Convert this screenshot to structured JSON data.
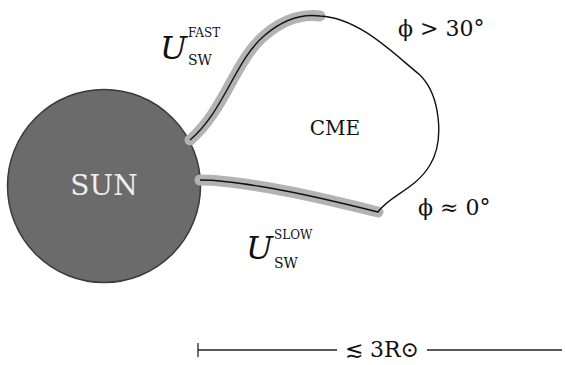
{
  "diagram": {
    "nodes": [
      {
        "text": [
          "SUN"
        ]
      },
      {
        "text": [
          "CME"
        ]
      }
    ],
    "labels": [
      "U",
      "FAST",
      "SW",
      "ϕ > 30°",
      "ϕ ≈ 0°",
      "U",
      "SLOW",
      "SW",
      "≲ 3R⊙"
    ]
  }
}
